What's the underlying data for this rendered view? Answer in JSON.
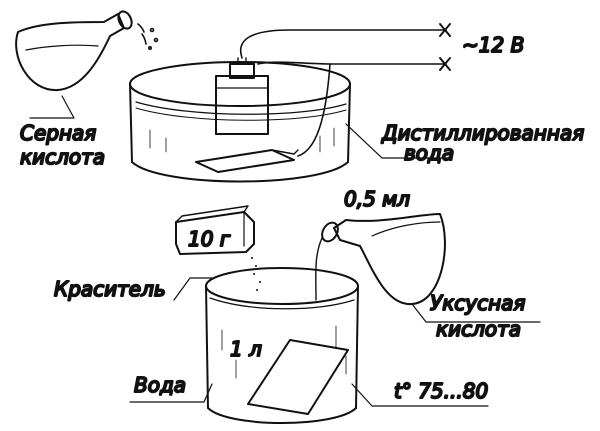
{
  "labels": {
    "sulfuric_acid_line1": "Серная",
    "sulfuric_acid_line2": "кислота",
    "voltage": "~12 В",
    "distilled_water_line1": "Дистиллированная",
    "distilled_water_line2": "вода",
    "dye": "Краситель",
    "dye_mass": "10 г",
    "acetic_volume": "0,5 мл",
    "acetic_acid_line1": "Уксусная",
    "acetic_acid_line2": "кислота",
    "water": "Вода",
    "water_volume": "1 л",
    "temperature": "t° 75...80"
  },
  "colors": {
    "ink": "#111111",
    "background": "#ffffff"
  }
}
